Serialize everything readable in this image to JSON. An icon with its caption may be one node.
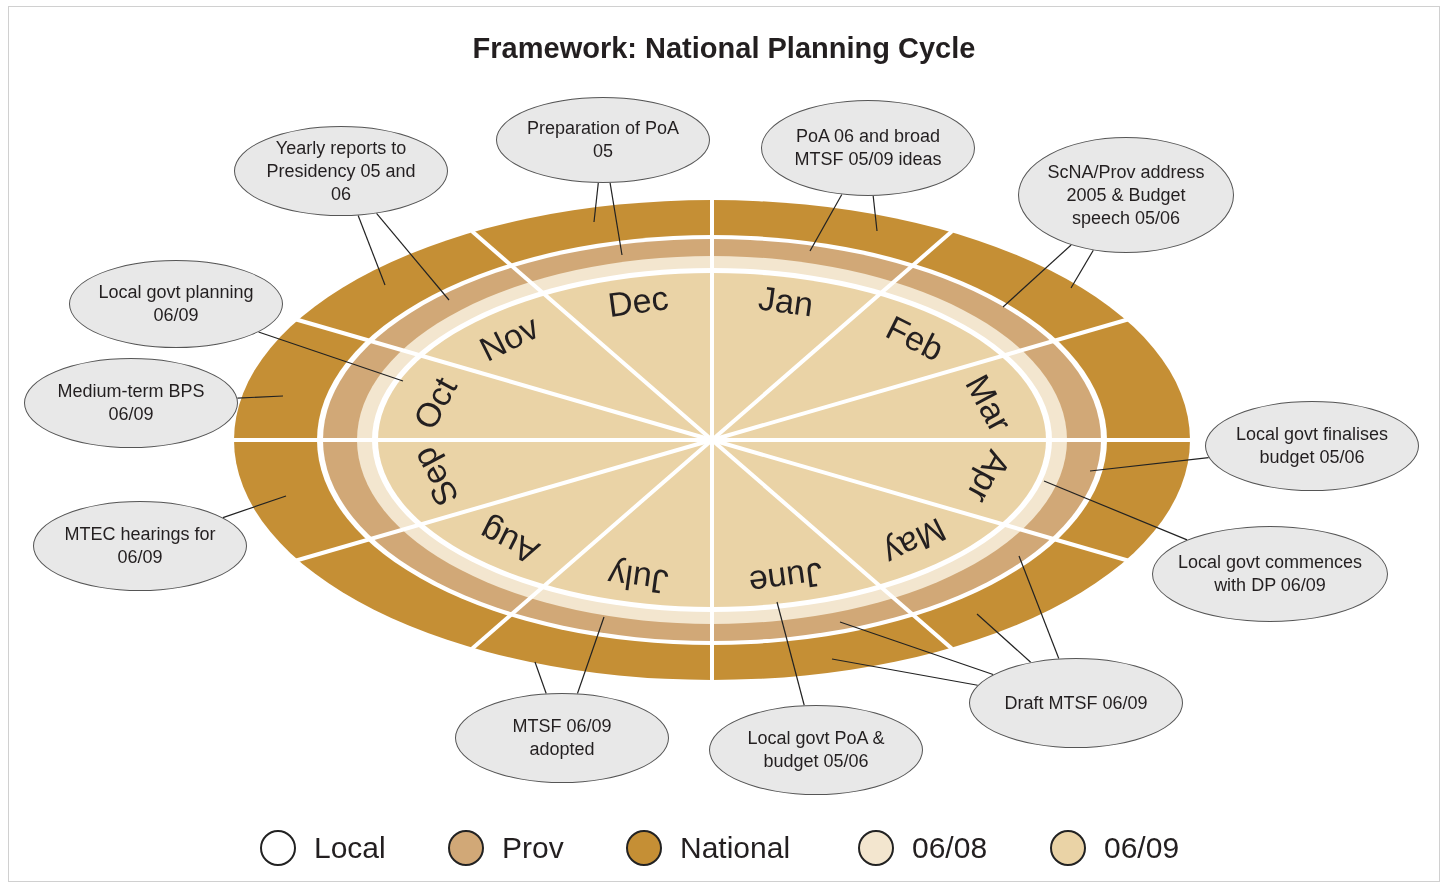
{
  "diagram": {
    "title": "Framework: National Planning Cycle",
    "nodes": [
      {
        "text": [
          "Yearly reports to Presidency 05 and 06"
        ]
      },
      {
        "text": [
          "Preparation of PoA 05"
        ]
      },
      {
        "text": [
          "PoA 06 and broad MTSF 05/09 ideas"
        ]
      },
      {
        "text": [
          "ScNA/Prov address 2005 & Budget speech 05/06"
        ]
      },
      {
        "text": [
          "Local govt planning 06/09"
        ]
      },
      {
        "text": [
          "Medium-term BPS 06/09"
        ]
      },
      {
        "text": [
          "MTEC hearings for 06/09"
        ]
      },
      {
        "text": [
          "Local govt finalises budget 05/06"
        ]
      },
      {
        "text": [
          "Local govt commences with DP 06/09"
        ]
      },
      {
        "text": [
          "Draft MTSF 06/09"
        ]
      },
      {
        "text": [
          "Local govt PoA & budget 05/06"
        ]
      },
      {
        "text": [
          "MTSF 06/09 adopted"
        ]
      }
    ],
    "edges": [
      {
        "from": 0,
        "to": null,
        "arrow": "none"
      },
      {
        "from": 0,
        "to": null,
        "arrow": "none"
      },
      {
        "from": 1,
        "to": null,
        "arrow": "none"
      },
      {
        "from": 1,
        "to": null,
        "arrow": "none"
      },
      {
        "from": 2,
        "to": null,
        "arrow": "none"
      },
      {
        "from": 2,
        "to": null,
        "arrow": "none"
      },
      {
        "from": 3,
        "to": null,
        "arrow": "none"
      },
      {
        "from": 3,
        "to": null,
        "arrow": "none"
      },
      {
        "from": 4,
        "to": null,
        "arrow": "none"
      },
      {
        "from": 5,
        "to": null,
        "arrow": "none"
      },
      {
        "from": 6,
        "to": null,
        "arrow": "none"
      },
      {
        "from": 7,
        "to": null,
        "arrow": "none"
      },
      {
        "from": 8,
        "to": null,
        "arrow": "none"
      },
      {
        "from": 9,
        "to": null,
        "arrow": "none"
      },
      {
        "from": 9,
        "to": null,
        "arrow": "none"
      },
      {
        "from": 9,
        "to": null,
        "arrow": "none"
      },
      {
        "from": 9,
        "to": null,
        "arrow": "none"
      },
      {
        "from": 10,
        "to": null,
        "arrow": "none"
      },
      {
        "from": 11,
        "to": null,
        "arrow": "none"
      },
      {
        "from": 11,
        "to": null,
        "arrow": "none"
      }
    ],
    "labels": [
      "Jan",
      "Feb",
      "Mar",
      "Apr",
      "May",
      "June",
      "July",
      "Aug",
      "Sep",
      "Oct",
      "Nov",
      "Dec"
    ],
    "legend": [
      {
        "text": "Local",
        "color": "#ffffff"
      },
      {
        "text": "Prov",
        "color": "#d1a877"
      },
      {
        "text": "National",
        "color": "#c58f35"
      },
      {
        "text": "06/08",
        "color": "#f3e6cf"
      },
      {
        "text": "06/09",
        "color": "#ead3a6"
      }
    ]
  }
}
